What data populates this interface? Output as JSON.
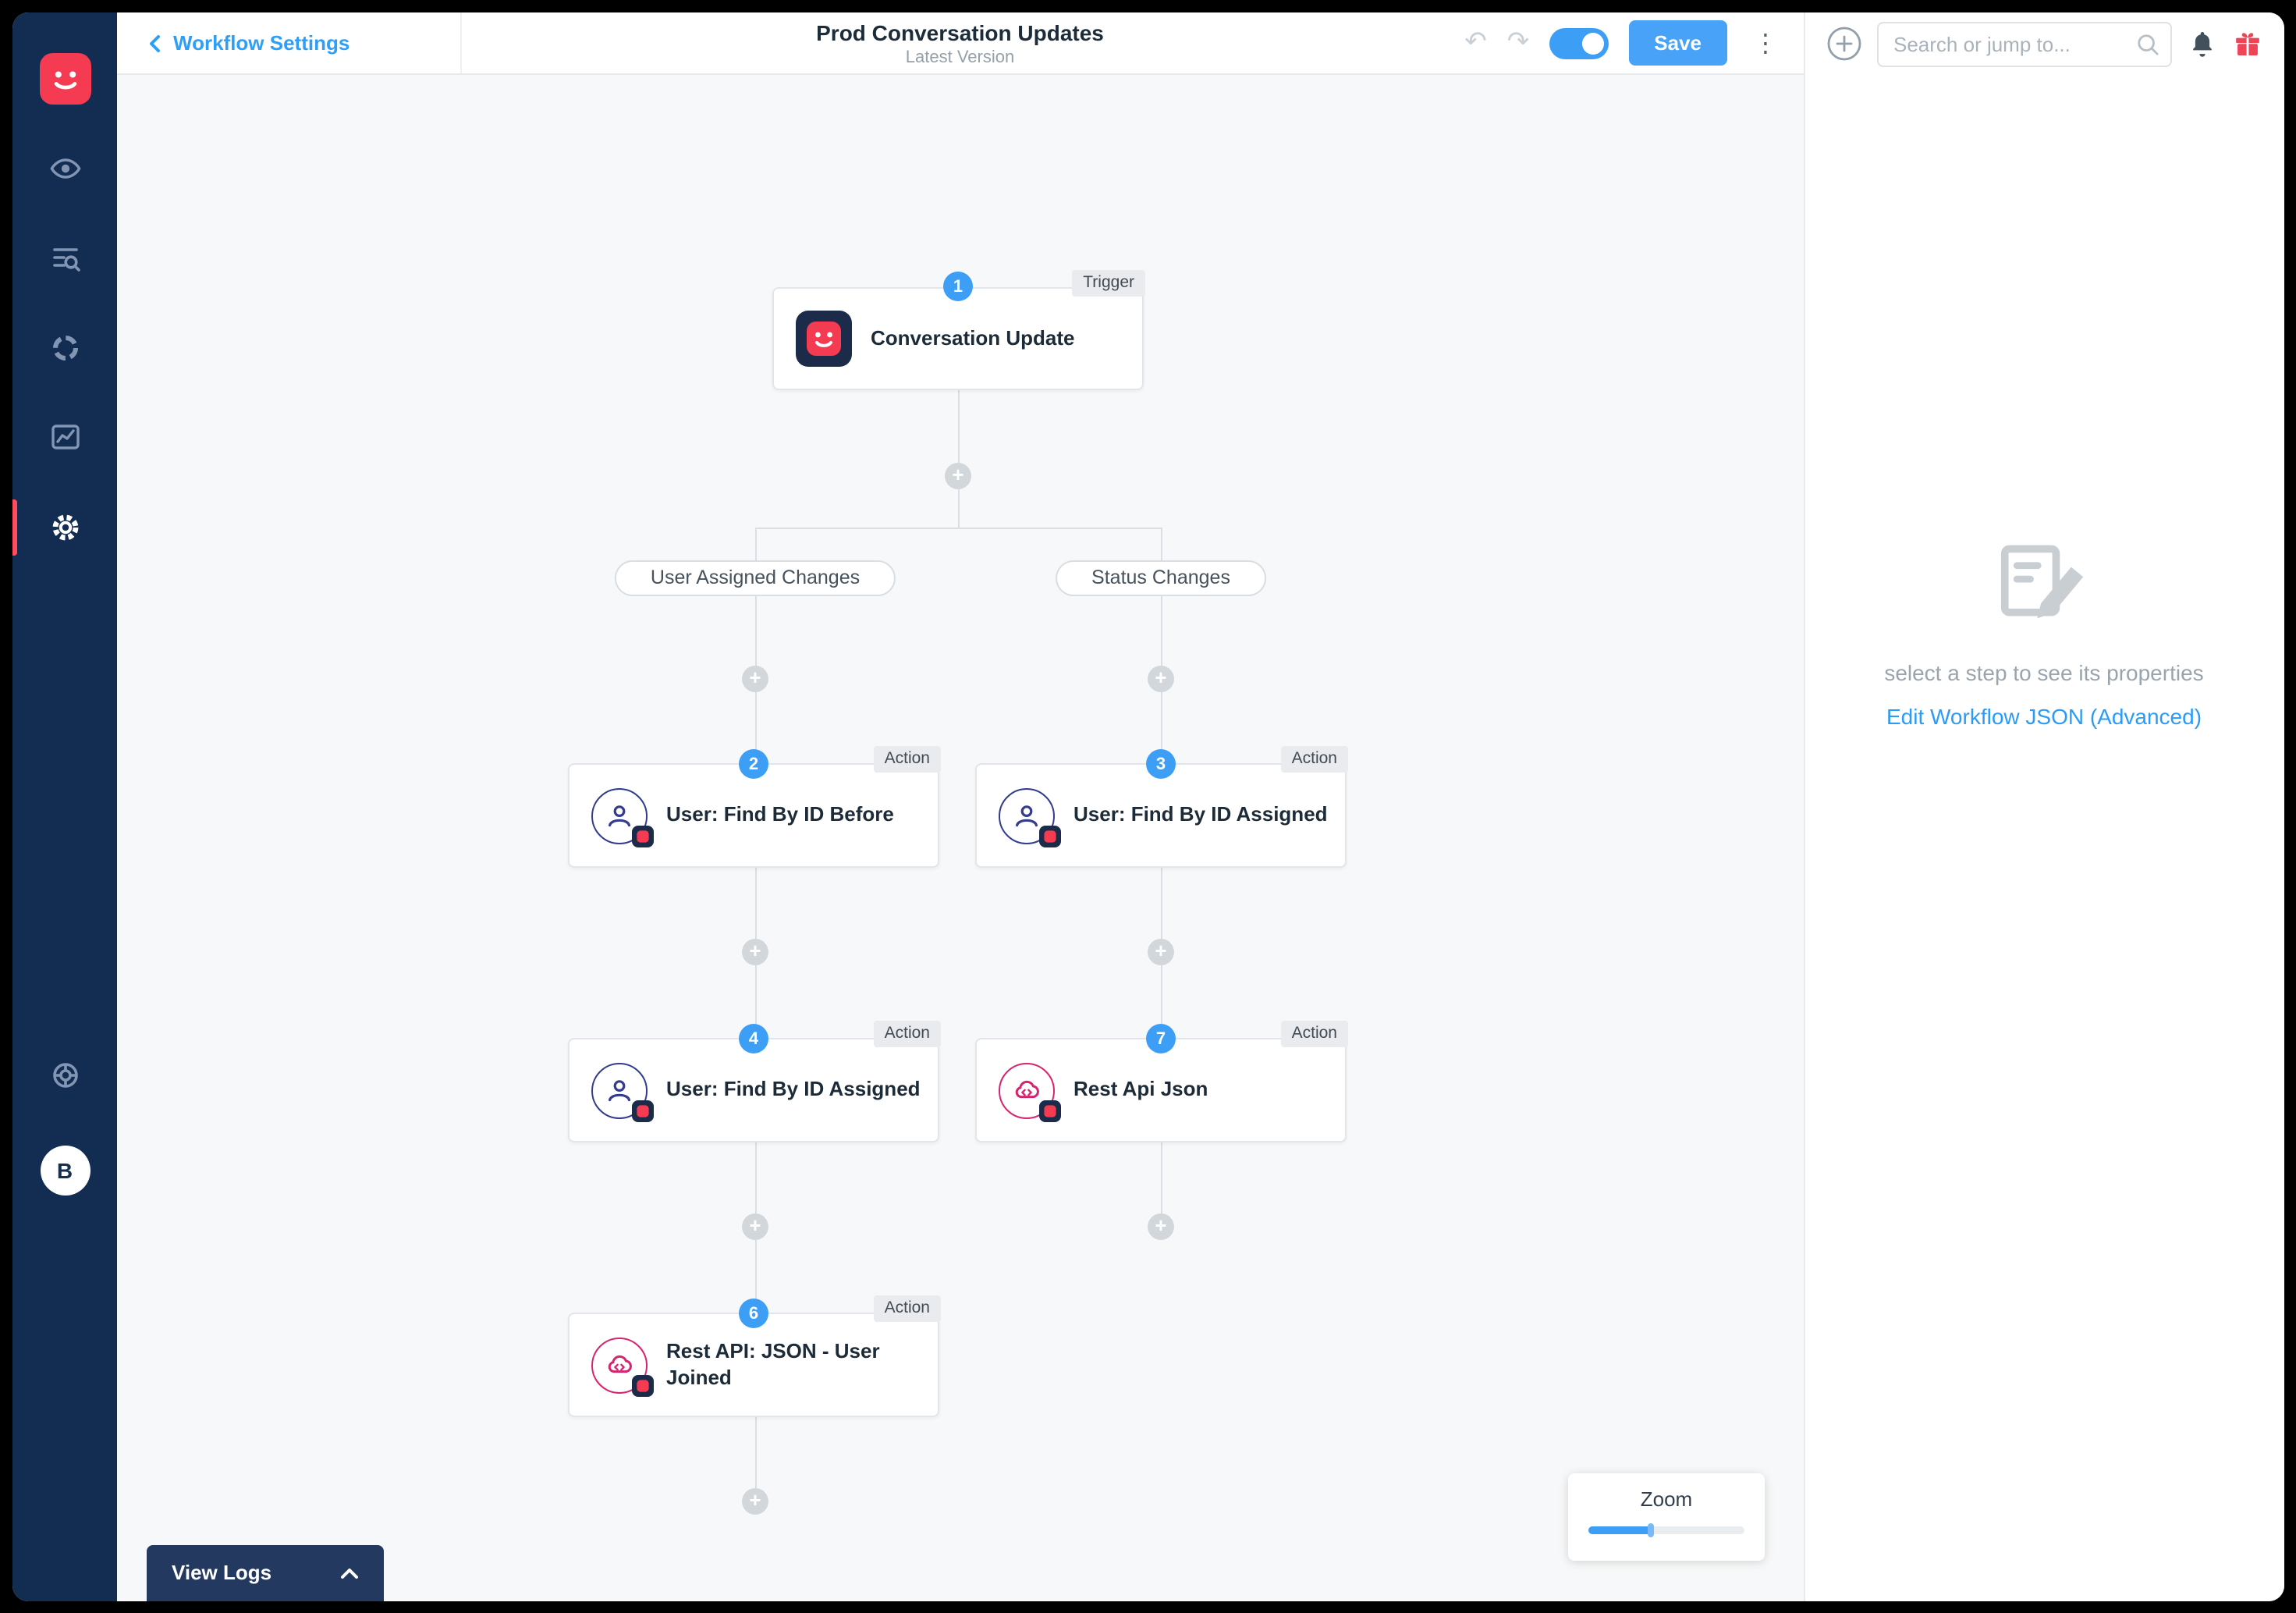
{
  "header": {
    "back_label": "Workflow Settings",
    "title": "Prod Conversation Updates",
    "subtitle": "Latest Version",
    "save_label": "Save"
  },
  "icons": {
    "undo": "↶",
    "redo": "↷",
    "kebab": "⋮",
    "plus": "+"
  },
  "topbar": {
    "search_placeholder": "Search or jump to..."
  },
  "sidebar": {
    "logo_icon": "smooch-logo",
    "items": [
      {
        "icon": "eye-icon",
        "active": false
      },
      {
        "icon": "search-list-icon",
        "active": false
      },
      {
        "icon": "sync-icon",
        "active": false
      },
      {
        "icon": "analytics-icon",
        "active": false
      },
      {
        "icon": "settings-gear-icon",
        "active": true
      }
    ],
    "bottom_items": [
      {
        "icon": "support-lifebuoy-icon"
      }
    ],
    "avatar_initial": "B"
  },
  "workflow": {
    "trigger": {
      "number": "1",
      "tag": "Trigger",
      "title": "Conversation Update",
      "icon": "conversation-trigger-icon"
    },
    "conditions": [
      {
        "label": "User Assigned Changes"
      },
      {
        "label": "Status Changes"
      }
    ],
    "nodes": [
      {
        "number": "2",
        "tag": "Action",
        "title": "User: Find By ID Before",
        "icon": "user-icon"
      },
      {
        "number": "3",
        "tag": "Action",
        "title": "User: Find By ID Assigned",
        "icon": "user-icon"
      },
      {
        "number": "4",
        "tag": "Action",
        "title": "User: Find By ID Assigned",
        "icon": "user-icon"
      },
      {
        "number": "7",
        "tag": "Action",
        "title": "Rest Api Json",
        "icon": "rest-api-cloud-icon"
      },
      {
        "number": "6",
        "tag": "Action",
        "title": "Rest API: JSON - User Joined",
        "icon": "rest-api-cloud-icon"
      }
    ],
    "view_logs_label": "View Logs",
    "zoom": {
      "label": "Zoom",
      "value_pct": 40
    }
  },
  "right_panel": {
    "empty_state_text": "select a step to see its properties",
    "edit_json_link": "Edit Workflow JSON (Advanced)"
  },
  "colors": {
    "accent_blue": "#3d9ef6",
    "sidebar_navy": "#132c52",
    "logo_red": "#f43b52",
    "active_indicator_red": "#ff4d5e",
    "rest_api_magenta": "#d6256e",
    "user_icon_indigo": "#333c8d",
    "gift_red": "#ef4456",
    "canvas_bg": "#f7f8f9"
  }
}
